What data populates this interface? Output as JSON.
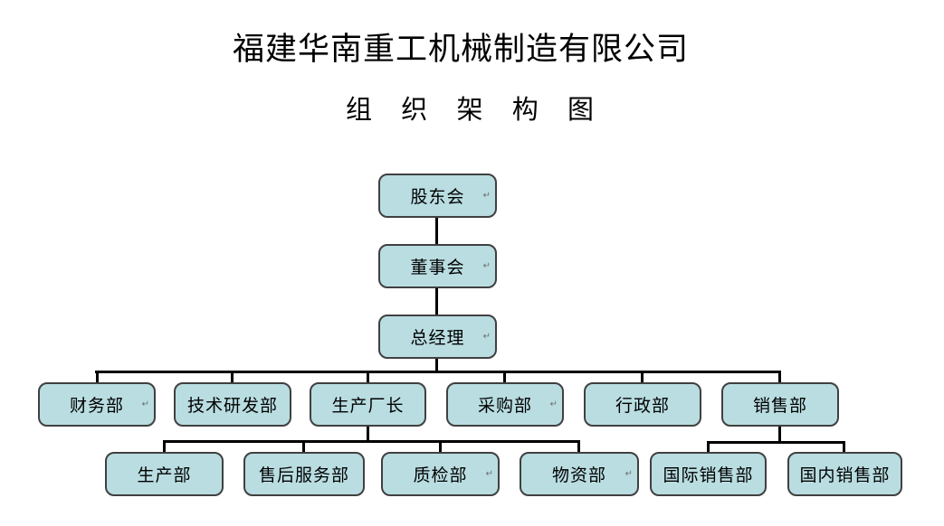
{
  "header": {
    "title": "福建华南重工机械制造有限公司",
    "subtitle": "组 织 架 构 图"
  },
  "pmark": {
    "glyph": "↵"
  },
  "colors": {
    "background": "#ffffff",
    "node_fill": "#b9dde1",
    "node_border": "#404040",
    "connector": "#000000",
    "text": "#000000"
  },
  "tree": {
    "label": "股东会",
    "children": [
      {
        "label": "董事会",
        "children": [
          {
            "label": "总经理",
            "children": [
              {
                "label": "财务部"
              },
              {
                "label": "技术研发部"
              },
              {
                "label": "生产厂长",
                "children": [
                  {
                    "label": "生产部"
                  },
                  {
                    "label": "售后服务部"
                  },
                  {
                    "label": "质检部"
                  },
                  {
                    "label": "物资部"
                  }
                ]
              },
              {
                "label": "采购部"
              },
              {
                "label": "行政部"
              },
              {
                "label": "销售部",
                "children": [
                  {
                    "label": "国际销售部"
                  },
                  {
                    "label": "国内销售部"
                  }
                ]
              }
            ]
          }
        ]
      }
    ]
  }
}
